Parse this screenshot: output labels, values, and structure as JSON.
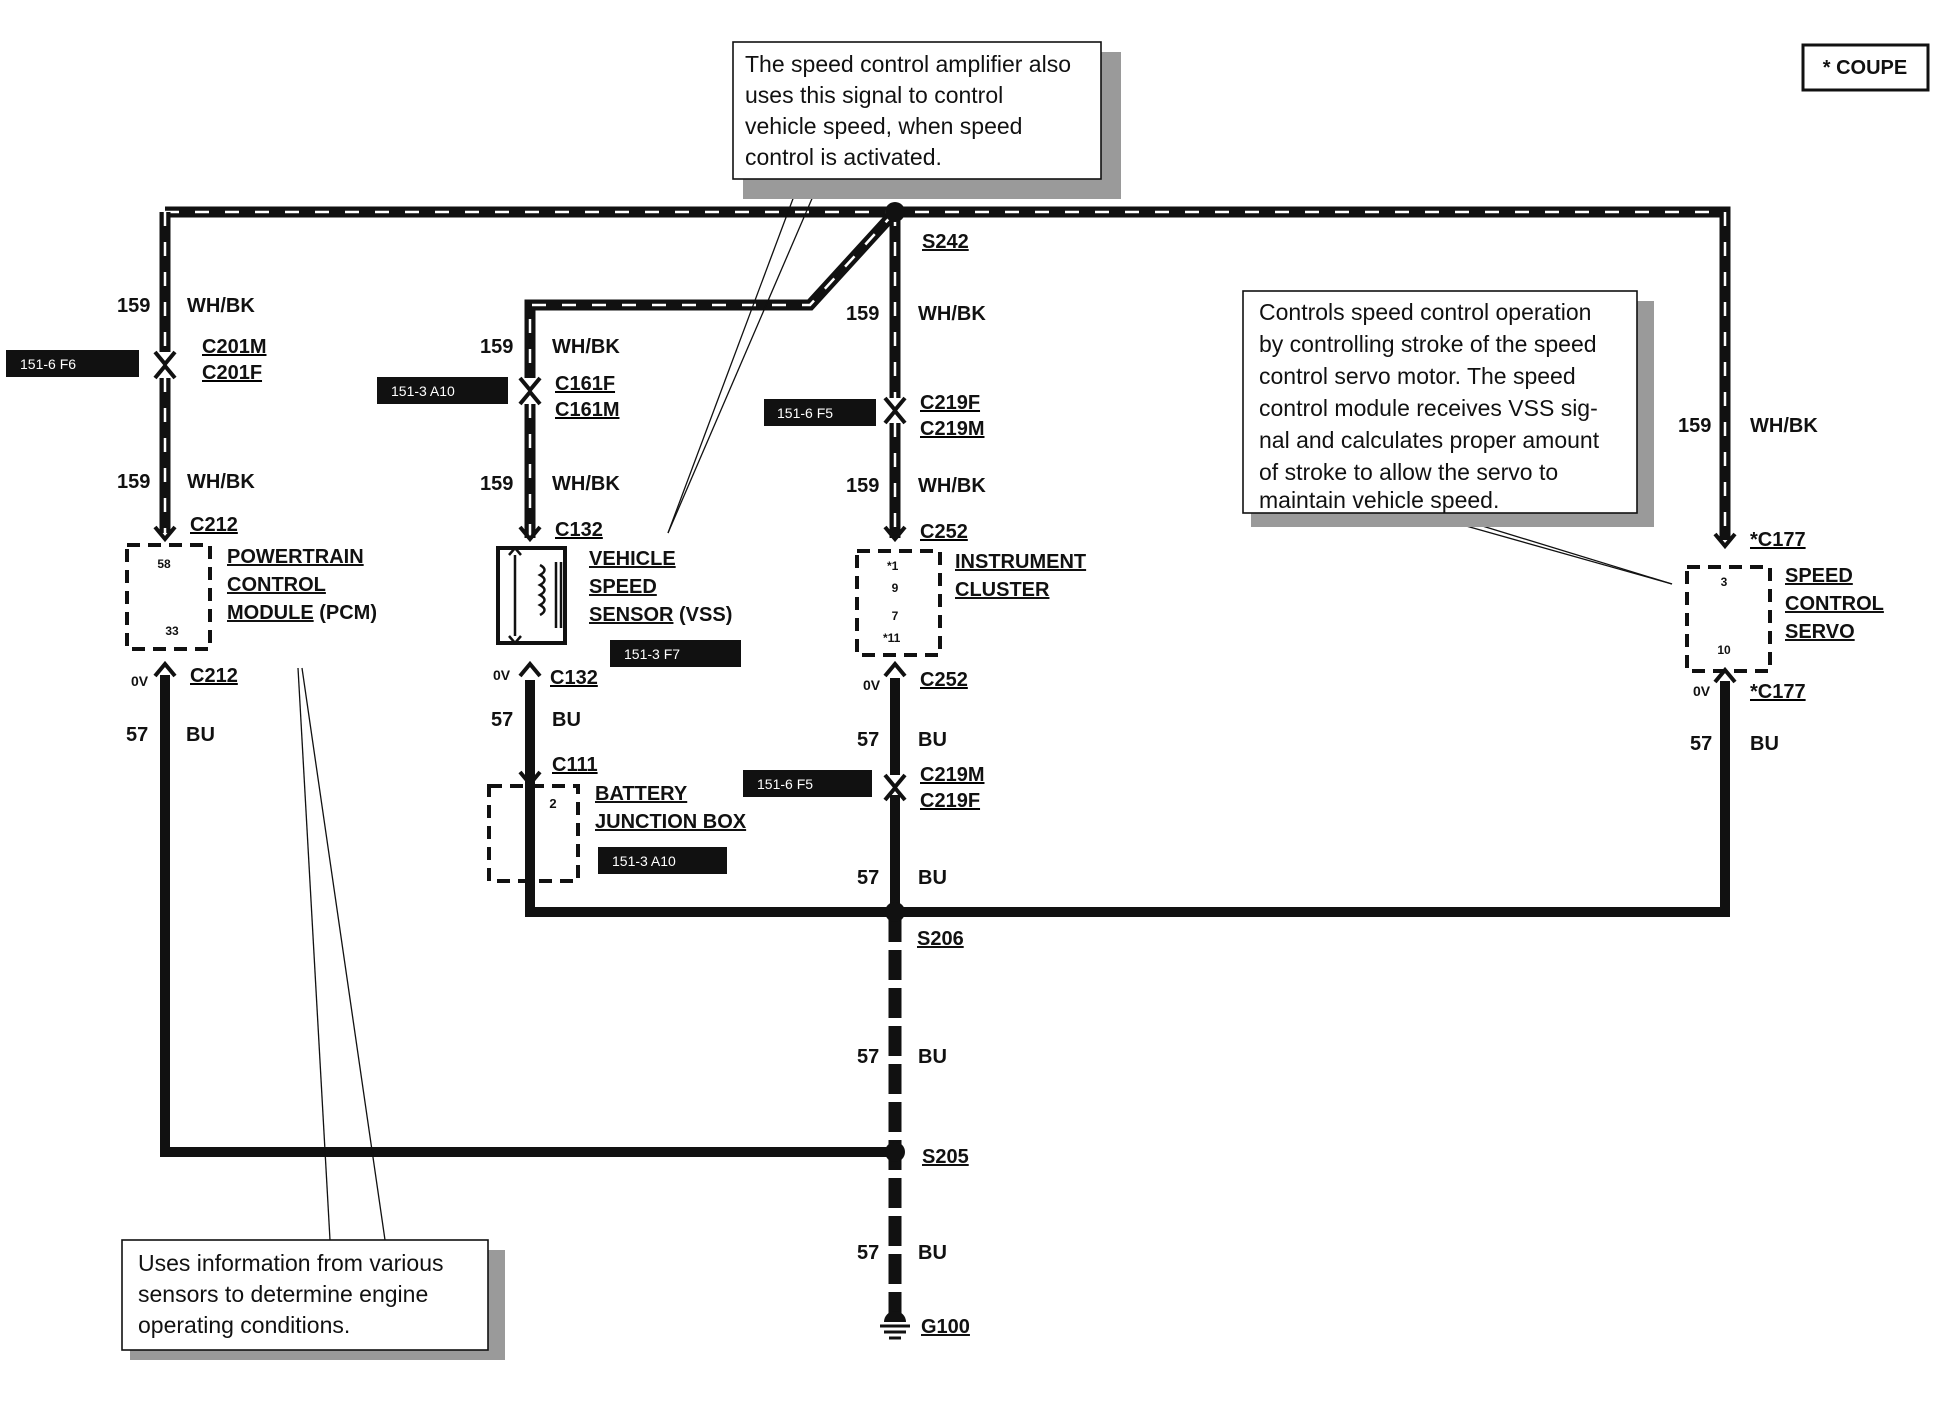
{
  "corner_badge": "* COUPE",
  "notes": {
    "speed_control_amplifier": [
      "The speed control amplifier also",
      "uses this signal to control",
      "vehicle speed, when speed",
      "control is activated."
    ],
    "speed_control_module": [
      "Controls speed control operation",
      "by controlling stroke of the speed",
      "control servo motor.  The speed",
      "control module receives VSS sig-",
      "nal and calculates proper amount",
      "of stroke to allow the servo to",
      "maintain vehicle speed."
    ],
    "pcm": [
      "Uses information from various",
      "sensors to determine engine",
      "operating conditions."
    ]
  },
  "circuits": {
    "c159": {
      "number": "159",
      "color": "WH/BK"
    },
    "c57": {
      "number": "57",
      "color": "BU"
    }
  },
  "splices": {
    "s242": "S242",
    "s206": "S206",
    "s205": "S205"
  },
  "ground": "G100",
  "voltage_label": "0V",
  "connectors": {
    "c201m": "C201M",
    "c201f": "C201F",
    "c161f": "C161F",
    "c161m": "C161M",
    "c219f": "C219F",
    "c219m": "C219M",
    "c212": "C212",
    "c132": "C132",
    "c252": "C252",
    "c177": "*C177",
    "c111": "C111"
  },
  "components": {
    "pcm": {
      "lines": [
        "POWERTRAIN",
        "CONTROL",
        "MODULE"
      ],
      "suffix": " (PCM)",
      "pins": [
        "58",
        "33"
      ]
    },
    "vss": {
      "lines": [
        "VEHICLE",
        "SPEED",
        "SENSOR"
      ],
      "suffix": " (VSS)"
    },
    "cluster": {
      "lines": [
        "INSTRUMENT",
        "CLUSTER"
      ],
      "pins": [
        "*1",
        "9",
        "7",
        "*11"
      ]
    },
    "servo": {
      "lines": [
        "SPEED",
        "CONTROL",
        "SERVO"
      ],
      "pins": [
        "3",
        "10"
      ]
    },
    "bjb": {
      "lines": [
        "BATTERY",
        "JUNCTION BOX"
      ],
      "pins": [
        "2"
      ]
    }
  },
  "ref_tags": {
    "pcm_conn": "151-6 F6",
    "vss_conn": "151-3 A10",
    "ic_conn": "151-6 F5",
    "vss": "151-3 F7",
    "ic_ground": "151-6 F5",
    "bjb": "151-3 A10"
  }
}
